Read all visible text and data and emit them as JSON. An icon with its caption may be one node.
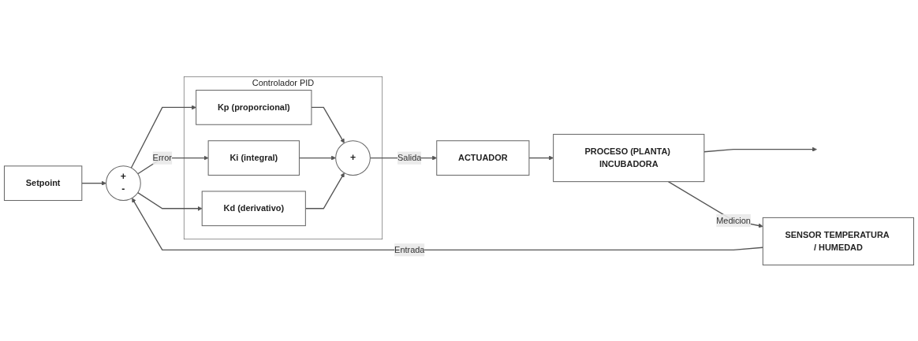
{
  "diagram": {
    "nodes": [
      {
        "text": [
          "Setpoint"
        ]
      },
      {
        "text": [
          "+",
          "-"
        ]
      },
      {
        "text": [
          "Controlador PID"
        ]
      },
      {
        "text": [
          "Kp (proporcional)"
        ],
        "in": 2
      },
      {
        "text": [
          "Ki (integral)"
        ],
        "in": 2
      },
      {
        "text": [
          "Kd (derivativo)"
        ],
        "in": 2
      },
      {
        "text": [
          "+"
        ],
        "in": 2
      },
      {
        "text": [
          "ACTUADOR"
        ]
      },
      {
        "text": [
          "PROCESO (PLANTA) INCUBADORA"
        ]
      },
      {
        "text": [
          "SENSOR TEMPERATURA / HUMEDAD"
        ]
      }
    ],
    "edges": [
      {
        "from": 0,
        "to": 1,
        "arrow": "to"
      },
      {
        "from": 1,
        "to": 3,
        "arrow": "to"
      },
      {
        "from": 1,
        "to": 4,
        "label": "Error",
        "arrow": "to"
      },
      {
        "from": 1,
        "to": 5,
        "arrow": "to"
      },
      {
        "from": 3,
        "to": 6,
        "arrow": "to"
      },
      {
        "from": 4,
        "to": 6,
        "arrow": "to"
      },
      {
        "from": 5,
        "to": 6,
        "arrow": "to"
      },
      {
        "from": 6,
        "to": 7,
        "label": "Salida",
        "arrow": "to"
      },
      {
        "from": 7,
        "to": 8,
        "arrow": "to"
      },
      {
        "from": 8,
        "to": null,
        "arrow": "to"
      },
      {
        "from": 8,
        "to": 9,
        "label": "Medicion",
        "arrow": "to"
      },
      {
        "from": 9,
        "to": 1,
        "label": "Entrada",
        "arrow": "to"
      }
    ]
  }
}
